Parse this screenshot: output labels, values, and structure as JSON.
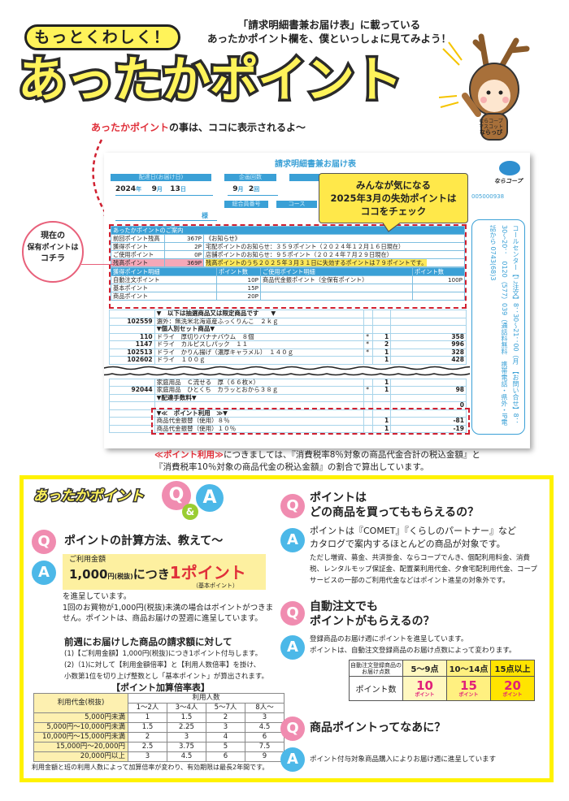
{
  "header": {
    "badge": "もっとくわしく！",
    "subtitle_line1": "「請求明細書兼お届け表」に載っている",
    "subtitle_line2": "あったかポイント欄を、僕といっしょに見てみよう！",
    "title": "あったかポイント",
    "mascot_caption1": "ならコープ",
    "mascot_caption2": "マスコット",
    "mascot_name": "ならっぴ"
  },
  "note": {
    "highlight": "あったかポイント",
    "rest": "の事は、ココに表示されるよ～"
  },
  "bill": {
    "title": "請求明細書兼お届け表",
    "label_date": "配達日(お届け日)",
    "label_plan": "企画回数",
    "year": "2024",
    "year_unit": "年",
    "month": "9",
    "month_unit": "月",
    "day": "13",
    "day_unit": "日",
    "plan_month": "9",
    "plan_month_unit": "月",
    "plan_no": "2",
    "plan_no_unit": "回",
    "label_member": "総合員番号",
    "label_course": "コース",
    "sama": "様",
    "brand": "ならコープ",
    "member_no": "005000938",
    "info_header": "あったかポイントのご案内",
    "info_rows": [
      {
        "label": "前回ポイント残高",
        "value": "367P",
        "notice": "《お知らせ》"
      },
      {
        "label": "獲得ポイント",
        "value": "2P",
        "notice": "宅配ポイントのお知らせ：３５９ポイント（２０２４年１２月１６日現在）"
      },
      {
        "label": "ご使用ポイント",
        "value": "0P",
        "notice": "店舗ポイントのお知らせ：９５ポイント（２０２４年７月２９日現在）"
      },
      {
        "label": "残高ポイント",
        "value": "369P",
        "notice": "残高ポイントのうち２０２５年３月３１日に失効するポイントは７９ポイントです。"
      }
    ],
    "detail_headers": [
      "獲得ポイント明細",
      "ポイント数",
      "ご使用ポイント明細",
      "ポイント数"
    ],
    "detail_rows": [
      {
        "earn": "自動注文ポイント",
        "earn_pts": "10P",
        "use": "商品代金振ポイント（全保有ポイント）",
        "use_pts": "100P"
      },
      {
        "earn": "基本ポイント",
        "earn_pts": "15P",
        "use": "",
        "use_pts": ""
      },
      {
        "earn": "商品ポイント",
        "earn_pts": "20P",
        "use": "",
        "use_pts": ""
      }
    ],
    "items": [
      {
        "code": "",
        "name": "▼　以下は抽選商品又は限定商品です　　▼",
        "mark": "",
        "qty": "",
        "price": ""
      },
      {
        "code": "102559",
        "name": "選外：無洗米北海道産ふっくりんこ　２ｋｇ",
        "mark": "",
        "qty": "",
        "price": ""
      },
      {
        "code": "",
        "name": "▼個人別セット商品▼",
        "mark": "",
        "qty": "",
        "price": ""
      },
      {
        "code": "110",
        "name": "ドライ　厚切りバナナバウム　８個",
        "mark": "*",
        "qty": "1",
        "price": "358"
      },
      {
        "code": "1147",
        "name": "ドライ　カルピスしパック　１１",
        "mark": "*",
        "qty": "2",
        "price": "996"
      },
      {
        "code": "102513",
        "name": "ドライ　かりん揚げ（濃厚キャラメル）　１４０ｇ",
        "mark": "*",
        "qty": "1",
        "price": "328"
      },
      {
        "code": "102602",
        "name": "ドライ　１００ｇ",
        "mark": "",
        "qty": "1",
        "price": "428"
      },
      {
        "code": "",
        "name": "家庭用品　Ｃ流せる　厚（６６枚×）",
        "mark": "",
        "qty": "1",
        "price": ""
      },
      {
        "code": "92044",
        "name": "家庭用品　ひとくち　カラッとおから３８ｇ",
        "mark": "*",
        "qty": "1",
        "price": "98"
      },
      {
        "code": "",
        "name": "▼配達手数料▼",
        "mark": "",
        "qty": "",
        "price": ""
      },
      {
        "code": "",
        "name": "",
        "mark": "",
        "qty": "",
        "price": "0"
      },
      {
        "code": "",
        "name": "▼≪　ポイント利用　≫▼",
        "mark": "",
        "qty": "",
        "price": ""
      },
      {
        "code": "",
        "name": "商品代金振替（使用）８％",
        "mark": "",
        "qty": "1",
        "price": "-81"
      },
      {
        "code": "",
        "name": "商品代金振替（使用）１０％",
        "mark": "",
        "qty": "1",
        "price": "-19"
      }
    ],
    "callcenter": "コールセンター【ご注文】8：30～21：00（月　【お問い合せ】8：30～20：　0120（577）039（通話料無料　携帯電話・県外・IP電話から 0743(68)3"
  },
  "callout": {
    "line1": "みんなが気になる",
    "line2": "2025年3月の失効ポイントは",
    "line3": "ココをチェック"
  },
  "circle": {
    "line1": "現在の",
    "line2": "保有ポイントは",
    "line3": "コチラ"
  },
  "footnote": {
    "highlight": "≪ポイント利用≫",
    "line1": "につきましては、『消費税率8％対象の商品代金合計の税込金額』と",
    "line2": "『消費税率10％対象の商品代金の税込金額』の割合で算出しています。"
  },
  "qa": {
    "title": "あったかポイント",
    "logo_q": "Q",
    "logo_amp": "&",
    "logo_a": "A",
    "q1": {
      "question": "ポイントの計算方法、教えて～",
      "box_label": "ご利用金額",
      "box_amount": "1,000",
      "box_yen": "円(税抜)",
      "box_per": "につき",
      "box_point": "1ポイント",
      "box_basic": "（基本ポイント）",
      "text1": "を進呈しています。",
      "text2": "1回のお買物が1,000円(税抜)未満の場合はポイントがつきません。ポイントは、商品お届けの翌週に進呈しています。",
      "sub_heading": "前週にお届けした商品の請求額に対して",
      "step1": "(1)【ご利用金額】1,000円(税抜)につき1ポイント付与します。",
      "step2": "(2)（1)に対して【利用金額倍率】と【利用人数倍率】を掛け、",
      "step3": "小数第1位を切り上げ整数とし「基本ポイント」が算出されます。",
      "table_title": "【ポイント加算倍率表】",
      "table_corner": "利用代金(税抜)",
      "table_group": "利用人数",
      "table_cols": [
        "1～2人",
        "3～4人",
        "5～7人",
        "8人～"
      ],
      "table_rows": [
        {
          "label": "5,000円未満",
          "values": [
            "1",
            "1.5",
            "2",
            "3"
          ]
        },
        {
          "label": "5,000円～10,000円未満",
          "values": [
            "1.5",
            "2.25",
            "3",
            "4.5"
          ]
        },
        {
          "label": "10,000円～15,000円未満",
          "values": [
            "2",
            "3",
            "4",
            "6"
          ]
        },
        {
          "label": "15,000円～20,000円",
          "values": [
            "2.5",
            "3.75",
            "5",
            "7.5"
          ]
        },
        {
          "label": "20,000円以上",
          "values": [
            "3",
            "4.5",
            "6",
            "9"
          ]
        }
      ],
      "table_note": "利用金額と班の利用人数によって加算倍率が変わり、有効期限は最長2年間です。"
    },
    "q2": {
      "question1": "ポイントは",
      "question2": "どの商品を買ってももらえるの？",
      "answer1": "ポイントは『COMET』『くらしのパートナー』など",
      "answer2": "カタログで案内するほとんどの商品が対象です。",
      "detail": "ただし増資、募金、共済掛金、ならコープでんき、個配利用料金、消費税、レンタルモップ保証金、配置薬利用代金、夕食宅配利用代金、コープサービスの一部のご利用代金などはポイント進呈の対象外です。"
    },
    "q3": {
      "question1": "自動注文でも",
      "question2": "ポイントがもらえるの？",
      "answer1": "登録商品のお届け週にポイントを進呈しています。",
      "answer2": "ポイントは、自動注文登録商品のお届け点数によって変わります。",
      "table_corner": "自動注文登録商品のお届け点数",
      "row_label": "ポイント数",
      "unit": "ポイント",
      "tiers": [
        {
          "range": "5～9点",
          "points": "10"
        },
        {
          "range": "10～14点",
          "points": "15"
        },
        {
          "range": "15点以上",
          "points": "20"
        }
      ]
    },
    "q4": {
      "question": "商品ポイントってなあに？",
      "answer": "ポイント付与対象商品購入によりお届け週に進呈しています"
    }
  },
  "colors": {
    "yellow": "#fff35a",
    "blue": "#3aa0d6",
    "red": "#e0303a",
    "pink": "#f08cb0",
    "light_blue": "#4cb8e8"
  }
}
